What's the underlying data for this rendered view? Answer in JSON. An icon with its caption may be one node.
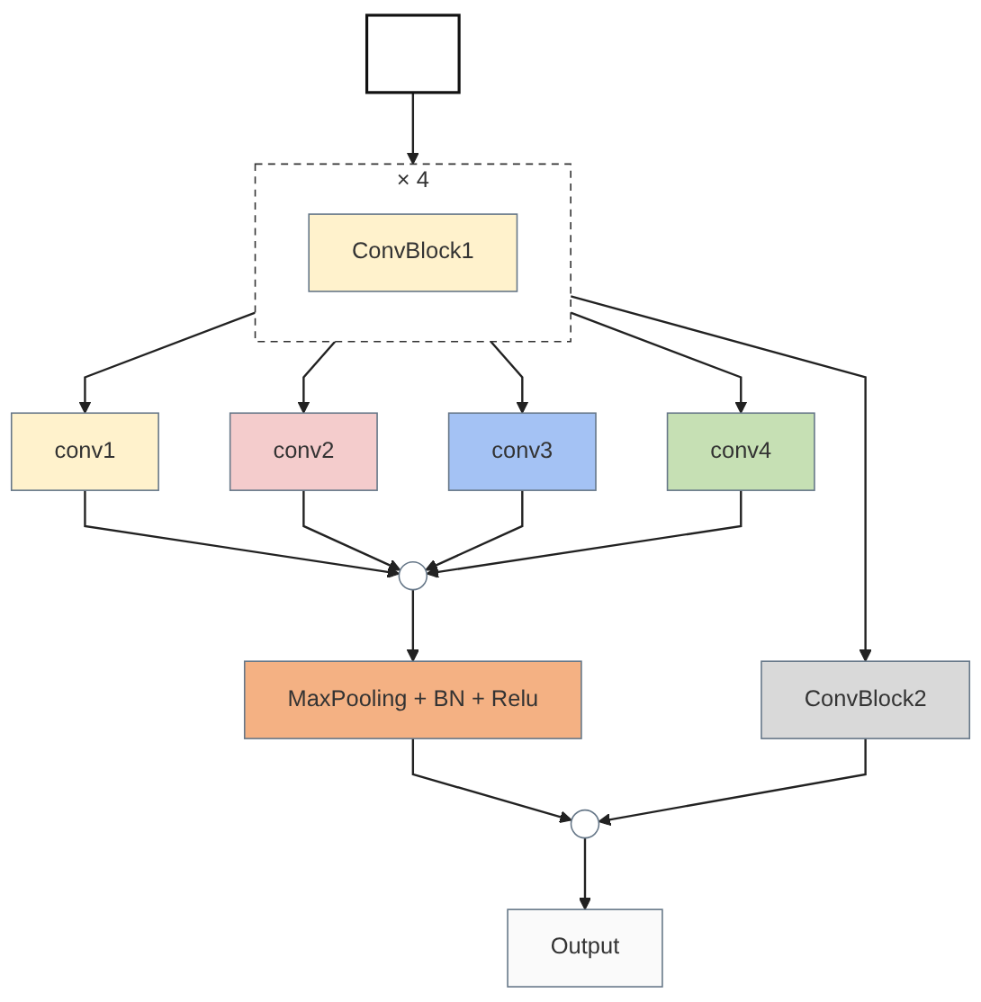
{
  "diagram": {
    "nodes": [
      {
        "text": [],
        "shape": "picture"
      },
      {
        "text": [],
        "shape": "box",
        "beside": [
          "× 4"
        ]
      },
      {
        "text": [
          "ConvBlock1"
        ],
        "in": 1
      },
      {
        "text": [
          "conv1"
        ]
      },
      {
        "text": [
          "conv2"
        ]
      },
      {
        "text": [
          "conv3"
        ]
      },
      {
        "text": [
          "conv4"
        ]
      },
      {
        "text": [
          "ConvBlock2"
        ]
      },
      {
        "text": [],
        "shape": "circle"
      },
      {
        "text": [
          "MaxPooling + BN + Relu"
        ]
      },
      {
        "text": [],
        "shape": "circle"
      },
      {
        "text": [
          "Output"
        ]
      }
    ],
    "edges": [
      {
        "from": 0,
        "to": 1,
        "arrow": "to"
      },
      {
        "from": 1,
        "to": 3,
        "arrow": "to"
      },
      {
        "from": 1,
        "to": 4,
        "arrow": "to"
      },
      {
        "from": 1,
        "to": 5,
        "arrow": "to"
      },
      {
        "from": 1,
        "to": 6,
        "arrow": "to"
      },
      {
        "from": 1,
        "to": 7,
        "arrow": "to"
      },
      {
        "from": 3,
        "to": 8,
        "arrow": "to"
      },
      {
        "from": 4,
        "to": 8,
        "arrow": "to"
      },
      {
        "from": 5,
        "to": 8,
        "arrow": "to"
      },
      {
        "from": 6,
        "to": 8,
        "arrow": "to"
      },
      {
        "from": 8,
        "to": 9,
        "arrow": "to"
      },
      {
        "from": 9,
        "to": 10,
        "arrow": "to"
      },
      {
        "from": 7,
        "to": 10,
        "arrow": "to"
      },
      {
        "from": 10,
        "to": 11,
        "arrow": "to"
      }
    ]
  }
}
